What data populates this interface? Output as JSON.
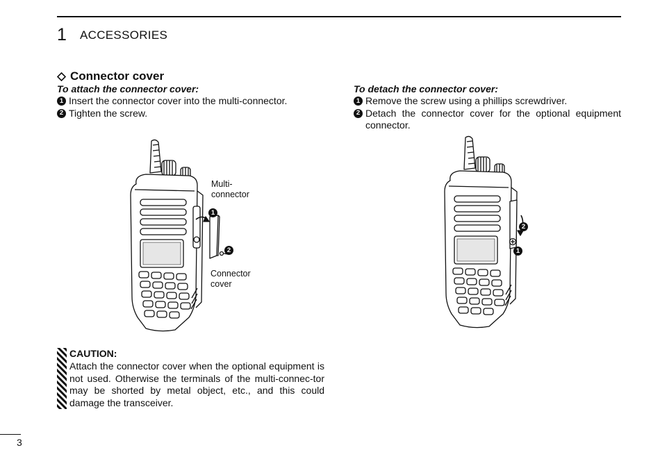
{
  "header": {
    "chapter_number": "1",
    "chapter_title": "ACCESSORIES"
  },
  "section": {
    "title": "Connector cover"
  },
  "attach": {
    "heading": "To attach the connector cover:",
    "steps": [
      {
        "num": "1",
        "text": "Insert the connector cover into the multi-connector."
      },
      {
        "num": "2",
        "text": "Tighten the screw."
      }
    ]
  },
  "detach": {
    "heading": "To detach the connector cover:",
    "steps": [
      {
        "num": "1",
        "text": "Remove the screw using a phillips screwdriver."
      },
      {
        "num": "2",
        "text": "Detach the connector cover for the optional equipment connector."
      }
    ]
  },
  "figure_left": {
    "label_multi_line1": "Multi-",
    "label_multi_line2": "connector",
    "label_cover_line1": "Connector",
    "label_cover_line2": "cover",
    "marker1": "1",
    "marker2": "2"
  },
  "figure_right": {
    "marker1": "1",
    "marker2": "2"
  },
  "caution": {
    "title": "CAUTION:",
    "text": "Attach the connector cover when the optional equipment is not used. Otherwise the terminals of the multi-connec-tor may be shorted by metal object, etc., and this could damage the transceiver."
  },
  "footer": {
    "page_number": "3"
  }
}
